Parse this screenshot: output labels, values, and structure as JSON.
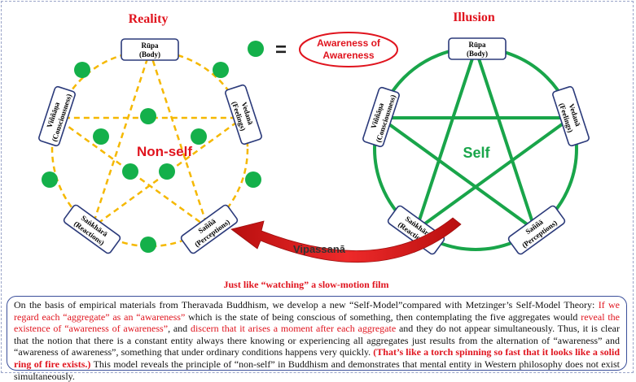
{
  "diagram": {
    "left_title": "Reality",
    "right_title": "Illusion",
    "legend_label": "Awareness of Awareness",
    "legend_equals": "=",
    "left_center_label": "Non-self",
    "right_center_label": "Self",
    "arrow_label": "Vipassanā",
    "arrow_caption": "Just like “watching” a slow-motion film",
    "aggregates": [
      {
        "pali": "Rūpa",
        "english": "(Body)"
      },
      {
        "pali": "Vedanā",
        "english": "(Feelings)"
      },
      {
        "pali": "Saññā",
        "english": "(Perceptions)"
      },
      {
        "pali": "Saṅkhārā",
        "english": "(Reactions)"
      },
      {
        "pali": "Viññāṇa",
        "english": "(Consciousness)"
      }
    ],
    "colors": {
      "title_red": "#e0141e",
      "dot_green": "#14b04a",
      "line_green": "#19a54a",
      "line_yellow": "#f5b800",
      "box_border": "#2b3a7a",
      "arrow_red": "#d61a1a"
    }
  },
  "caption": {
    "t1": "On the basis of empirical materials from Theravada Buddhism, we develop a new “Self-Model”compared with Metzinger’s Self-Model Theory: ",
    "t2": "If we regard each “aggregate” as an “awareness”",
    "t3": " which is the state of being conscious of something, then contemplating the five aggregates would ",
    "t4": "reveal the existence of “awareness of awareness”",
    "t5": ", and ",
    "t6": "discern that it arises a moment after each aggregate",
    "t7": " and they do not appear simultaneously. Thus, it is clear that the notion that there is a constant entity always there knowing or experiencing all aggregates just results from the alternation of “awareness” and “awareness of awareness”, something that under ordinary conditions happens very quickly. ",
    "t8": "(That’s like a torch spinning so fast that it looks like a solid ring of fire exists.)",
    "t9": " This model reveals the principle of “non-self” in Buddhism and demonstrates that mental entity in Western philosophy does not exist simultaneously."
  }
}
